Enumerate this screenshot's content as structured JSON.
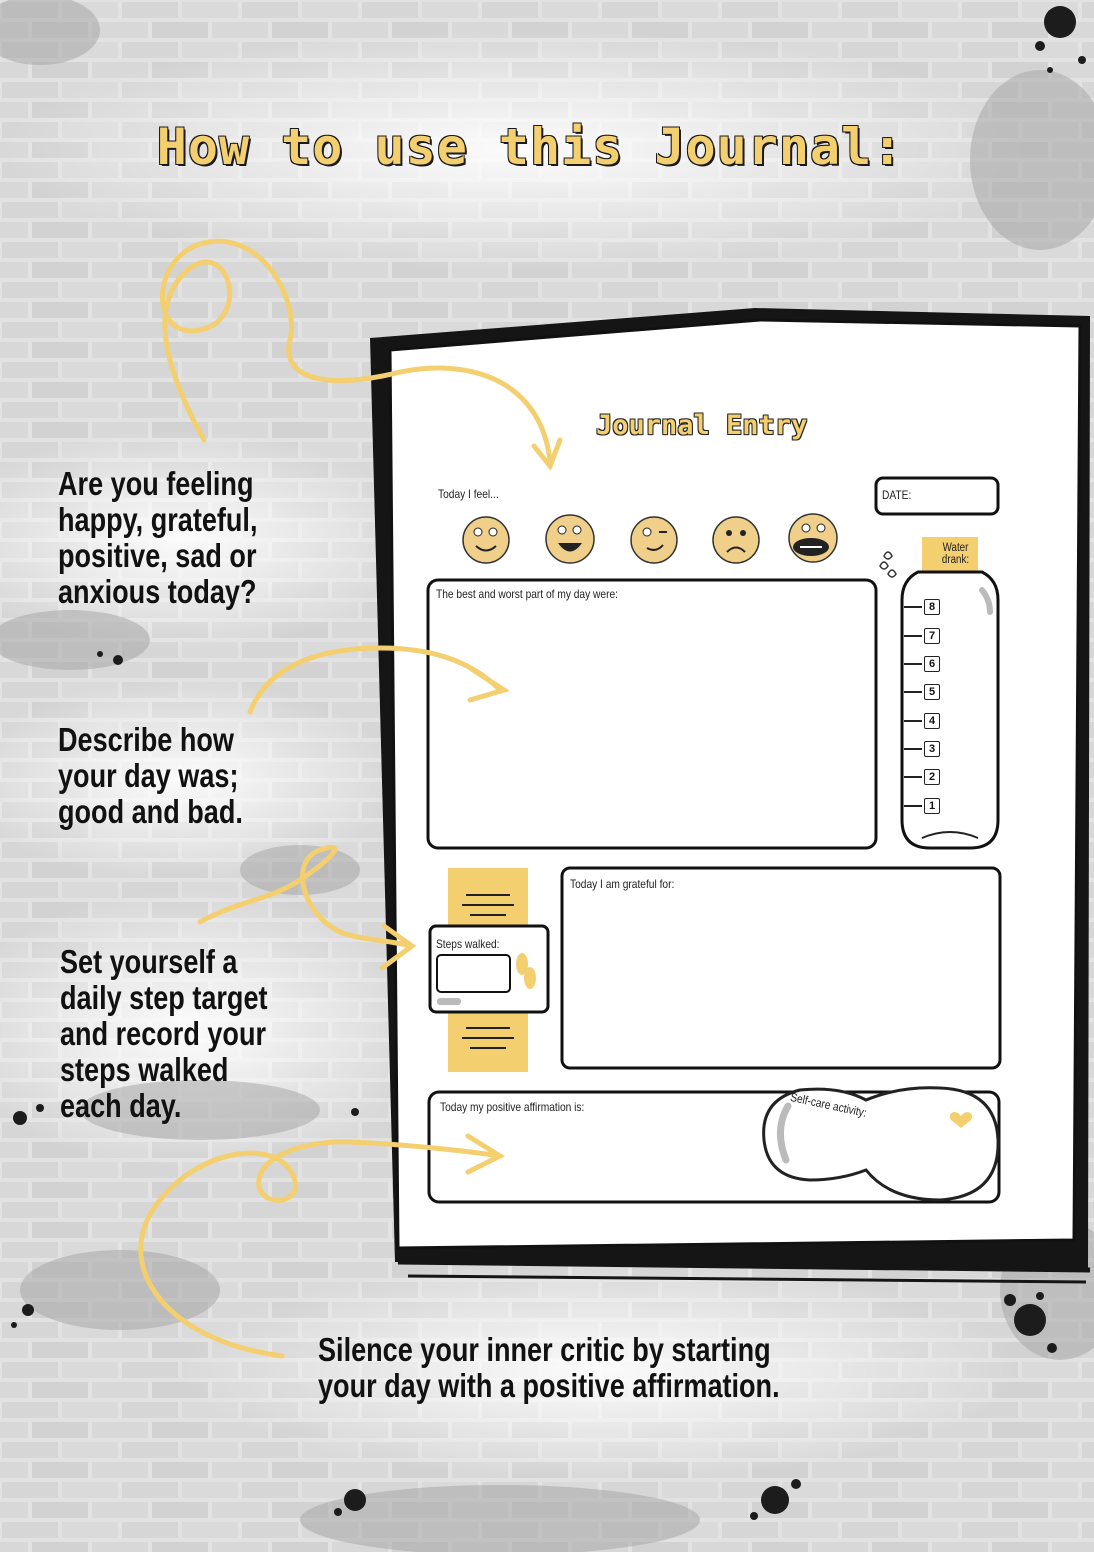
{
  "title": "How to use this Journal:",
  "captions": {
    "feelings": "Are you feeling\nhappy, grateful,\npositive, sad or\nanxious today?",
    "day": "Describe how\nyour day was;\ngood and bad.",
    "steps": "Set yourself a\ndaily step target\nand record your\nsteps walked\neach day.",
    "affirmation": "Silence your inner critic by starting\nyour day with a positive affirmation."
  },
  "journal": {
    "heading": "Journal Entry",
    "today_i_feel": "Today I feel...",
    "date_label": "DATE:",
    "water_label": "Water drank:",
    "water_levels": [
      "8",
      "7",
      "6",
      "5",
      "4",
      "3",
      "2",
      "1"
    ],
    "best_worst_label": "The best and worst part of my day were:",
    "grateful_label": "Today I am grateful for:",
    "steps_label": "Steps walked:",
    "affirmation_label": "Today my positive affirmation is:",
    "self_care_label": "Self-care activity:"
  },
  "colors": {
    "accent_yellow": "#f3cf70",
    "ink": "#111111",
    "paper": "#ffffff"
  }
}
